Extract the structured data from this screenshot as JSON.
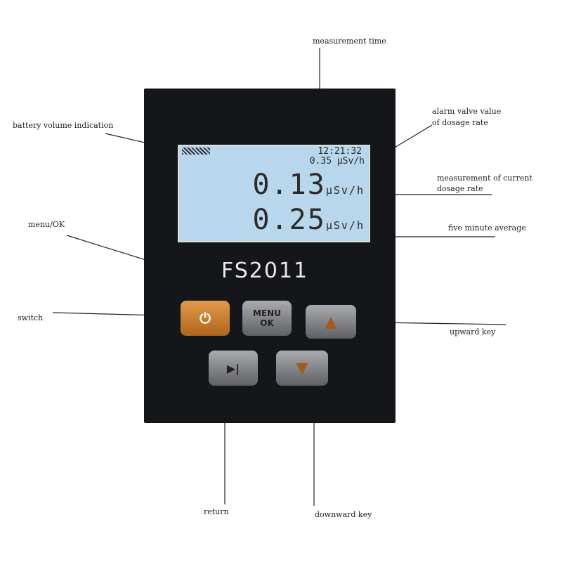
{
  "device": {
    "model": "FS2011",
    "screen": {
      "time": "12:21:32",
      "alarm_value": "0.35 µSv/h",
      "current_value": "0.13",
      "current_unit": "µSv/h",
      "average_value": "0.25",
      "average_unit": "µSv/h"
    },
    "buttons": {
      "power": "⏻",
      "menu": "MENU",
      "ok": "OK",
      "up": "▲",
      "return": "▶|",
      "down": "▼"
    }
  },
  "labels": {
    "measurement_time": "measurement time",
    "battery": "battery volume indication",
    "alarm": "alarm valve value",
    "alarm2": "of dosage rate",
    "current": "measurement of current",
    "current2": "dosage rate",
    "average": "five minute average",
    "menu_ok": "menu/OK",
    "switch": "switch",
    "upward": "upward key",
    "return": "return",
    "downward": "downward key"
  }
}
